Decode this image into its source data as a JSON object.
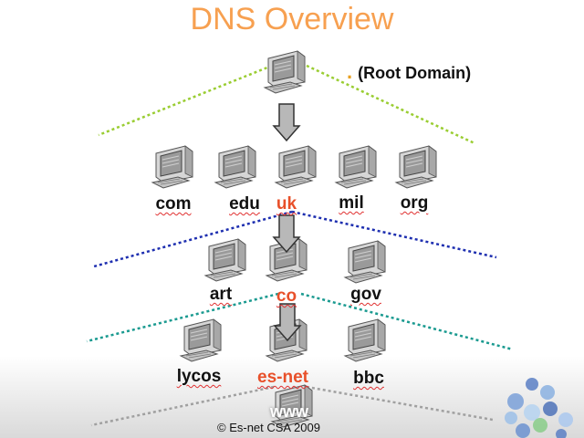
{
  "slide": {
    "title": "DNS Overview",
    "root_dot": ".",
    "root_label": "(Root Domain)",
    "tld_labels": [
      "com",
      "edu",
      "uk",
      "mil",
      "org"
    ],
    "second_level_labels": [
      "art",
      "co",
      "gov"
    ],
    "third_level_labels": [
      "lycos",
      "es-net",
      "bbc"
    ],
    "host_label": "www",
    "copyright": "© Es-net CSA 2009"
  },
  "colors": {
    "title": "#f7a050",
    "highlight": "#e8502a",
    "root_dot": "#e8a020",
    "line_green": "#9acd32",
    "line_blue": "#1e2fb0",
    "line_teal": "#1a9a90",
    "line_gray": "#a0a0a0",
    "arrow_fill": "#b8b8b8"
  },
  "icons": [
    "computer-icon",
    "down-arrow-icon",
    "decorative-dots-icon"
  ]
}
